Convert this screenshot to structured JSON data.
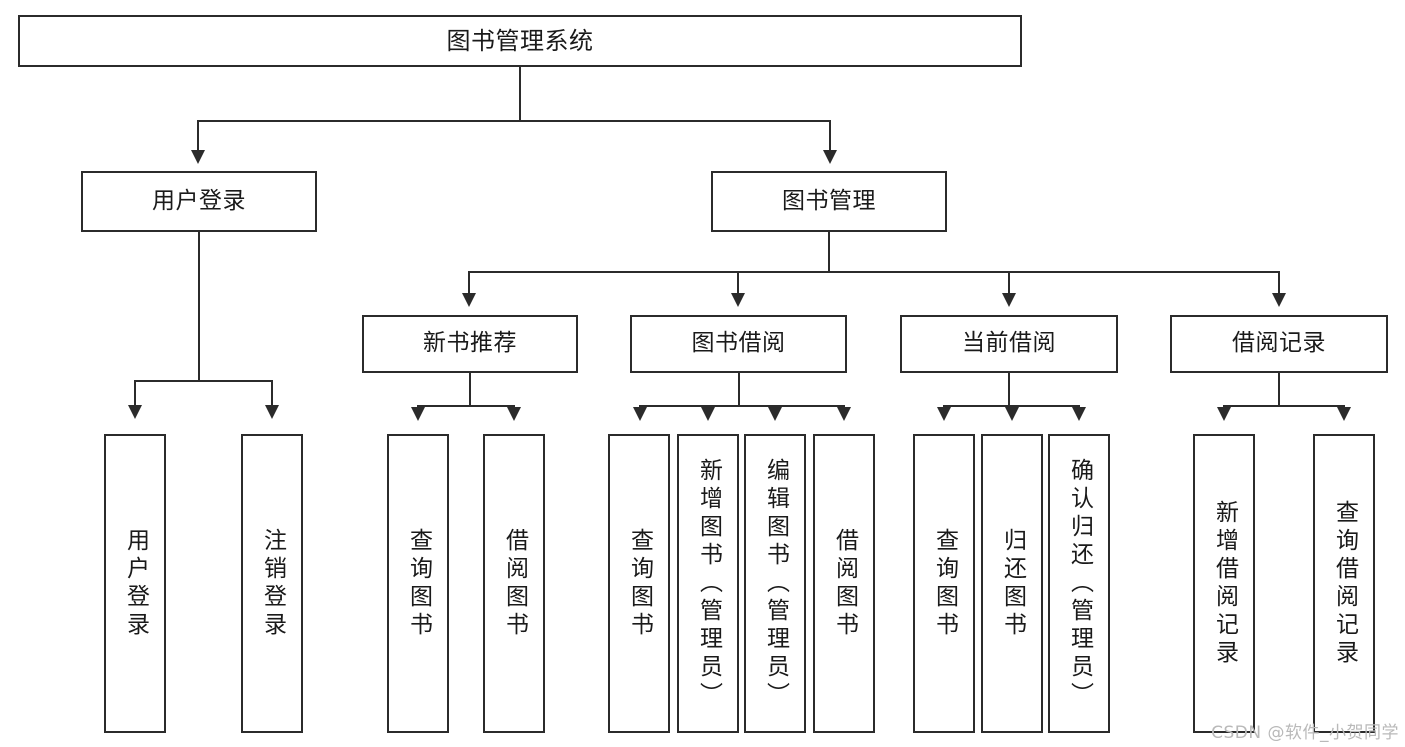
{
  "diagram": {
    "title": "图书管理系统",
    "watermark": "CSDN @软件_小贺同学",
    "nodes": {
      "root": {
        "label": "图书管理系统"
      },
      "user_login": {
        "label": "用户登录"
      },
      "book_manage": {
        "label": "图书管理"
      },
      "new_book_rec": {
        "label": "新书推荐"
      },
      "book_borrow": {
        "label": "图书借阅"
      },
      "current_borrow": {
        "label": "当前借阅"
      },
      "borrow_record": {
        "label": "借阅记录"
      },
      "leaf_user_login": {
        "label": "用户登录"
      },
      "leaf_user_logout": {
        "label": "注销登录"
      },
      "leaf_query_book_1": {
        "label": "查询图书"
      },
      "leaf_borrow_book_1": {
        "label": "借阅图书"
      },
      "leaf_query_book_2": {
        "label": "查询图书"
      },
      "leaf_add_book": {
        "label": "新增图书（管理员）"
      },
      "leaf_edit_book": {
        "label": "编辑图书（管理员）"
      },
      "leaf_borrow_book_2": {
        "label": "借阅图书"
      },
      "leaf_query_book_3": {
        "label": "查询图书"
      },
      "leaf_return_book": {
        "label": "归还图书"
      },
      "leaf_confirm_return": {
        "label": "确认归还（管理员）"
      },
      "leaf_add_record": {
        "label": "新增借阅记录"
      },
      "leaf_query_record": {
        "label": "查询借阅记录"
      }
    }
  },
  "chart_data": {
    "type": "tree",
    "title": "图书管理系统",
    "root": {
      "label": "图书管理系统",
      "children": [
        {
          "label": "用户登录",
          "children": [
            {
              "label": "用户登录"
            },
            {
              "label": "注销登录"
            }
          ]
        },
        {
          "label": "图书管理",
          "children": [
            {
              "label": "新书推荐",
              "children": [
                {
                  "label": "查询图书"
                },
                {
                  "label": "借阅图书"
                }
              ]
            },
            {
              "label": "图书借阅",
              "children": [
                {
                  "label": "查询图书"
                },
                {
                  "label": "新增图书（管理员）"
                },
                {
                  "label": "编辑图书（管理员）"
                },
                {
                  "label": "借阅图书"
                }
              ]
            },
            {
              "label": "当前借阅",
              "children": [
                {
                  "label": "查询图书"
                },
                {
                  "label": "归还图书"
                },
                {
                  "label": "确认归还（管理员）"
                }
              ]
            },
            {
              "label": "借阅记录",
              "children": [
                {
                  "label": "新增借阅记录"
                },
                {
                  "label": "查询借阅记录"
                }
              ]
            }
          ]
        }
      ]
    },
    "depth": 4,
    "node_count": 20,
    "orientation": "top-down",
    "edge_style": "orthogonal-arrow",
    "leaf_text_orientation": "vertical"
  }
}
